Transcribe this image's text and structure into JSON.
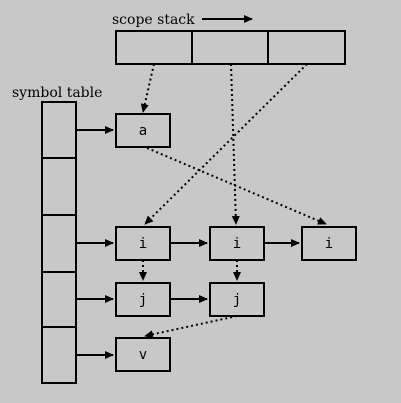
{
  "labels": {
    "scope_stack": "scope stack",
    "symbol_table": "symbol table"
  },
  "nodes": {
    "a": "a",
    "i1": "i",
    "i2": "i",
    "i3": "i",
    "j1": "j",
    "j2": "j",
    "v": "v"
  }
}
